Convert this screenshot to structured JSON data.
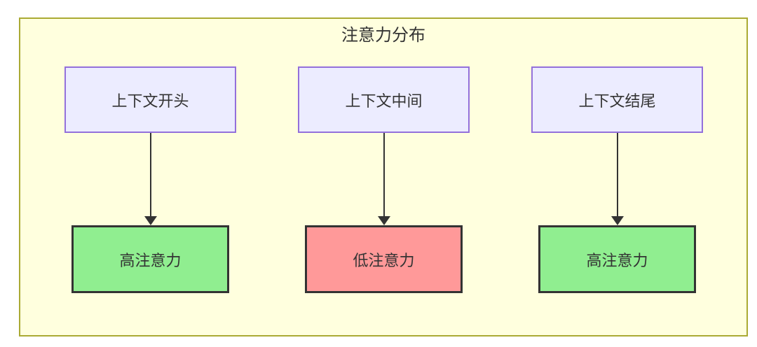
{
  "diagram": {
    "title": "注意力分布",
    "columns": [
      {
        "source_label": "上下文开头",
        "result_label": "高注意力",
        "level": "high"
      },
      {
        "source_label": "上下文中间",
        "result_label": "低注意力",
        "level": "low"
      },
      {
        "source_label": "上下文结尾",
        "result_label": "高注意力",
        "level": "high"
      }
    ],
    "colors": {
      "container_bg": "#ffffde",
      "container_border": "#aaaa33",
      "source_bg": "#ececff",
      "source_border": "#9370db",
      "high_attention_bg": "#90ee90",
      "low_attention_bg": "#ff9999",
      "result_border": "#333333",
      "arrow": "#333333",
      "text": "#333333",
      "page_bg": "#ffffff"
    }
  }
}
